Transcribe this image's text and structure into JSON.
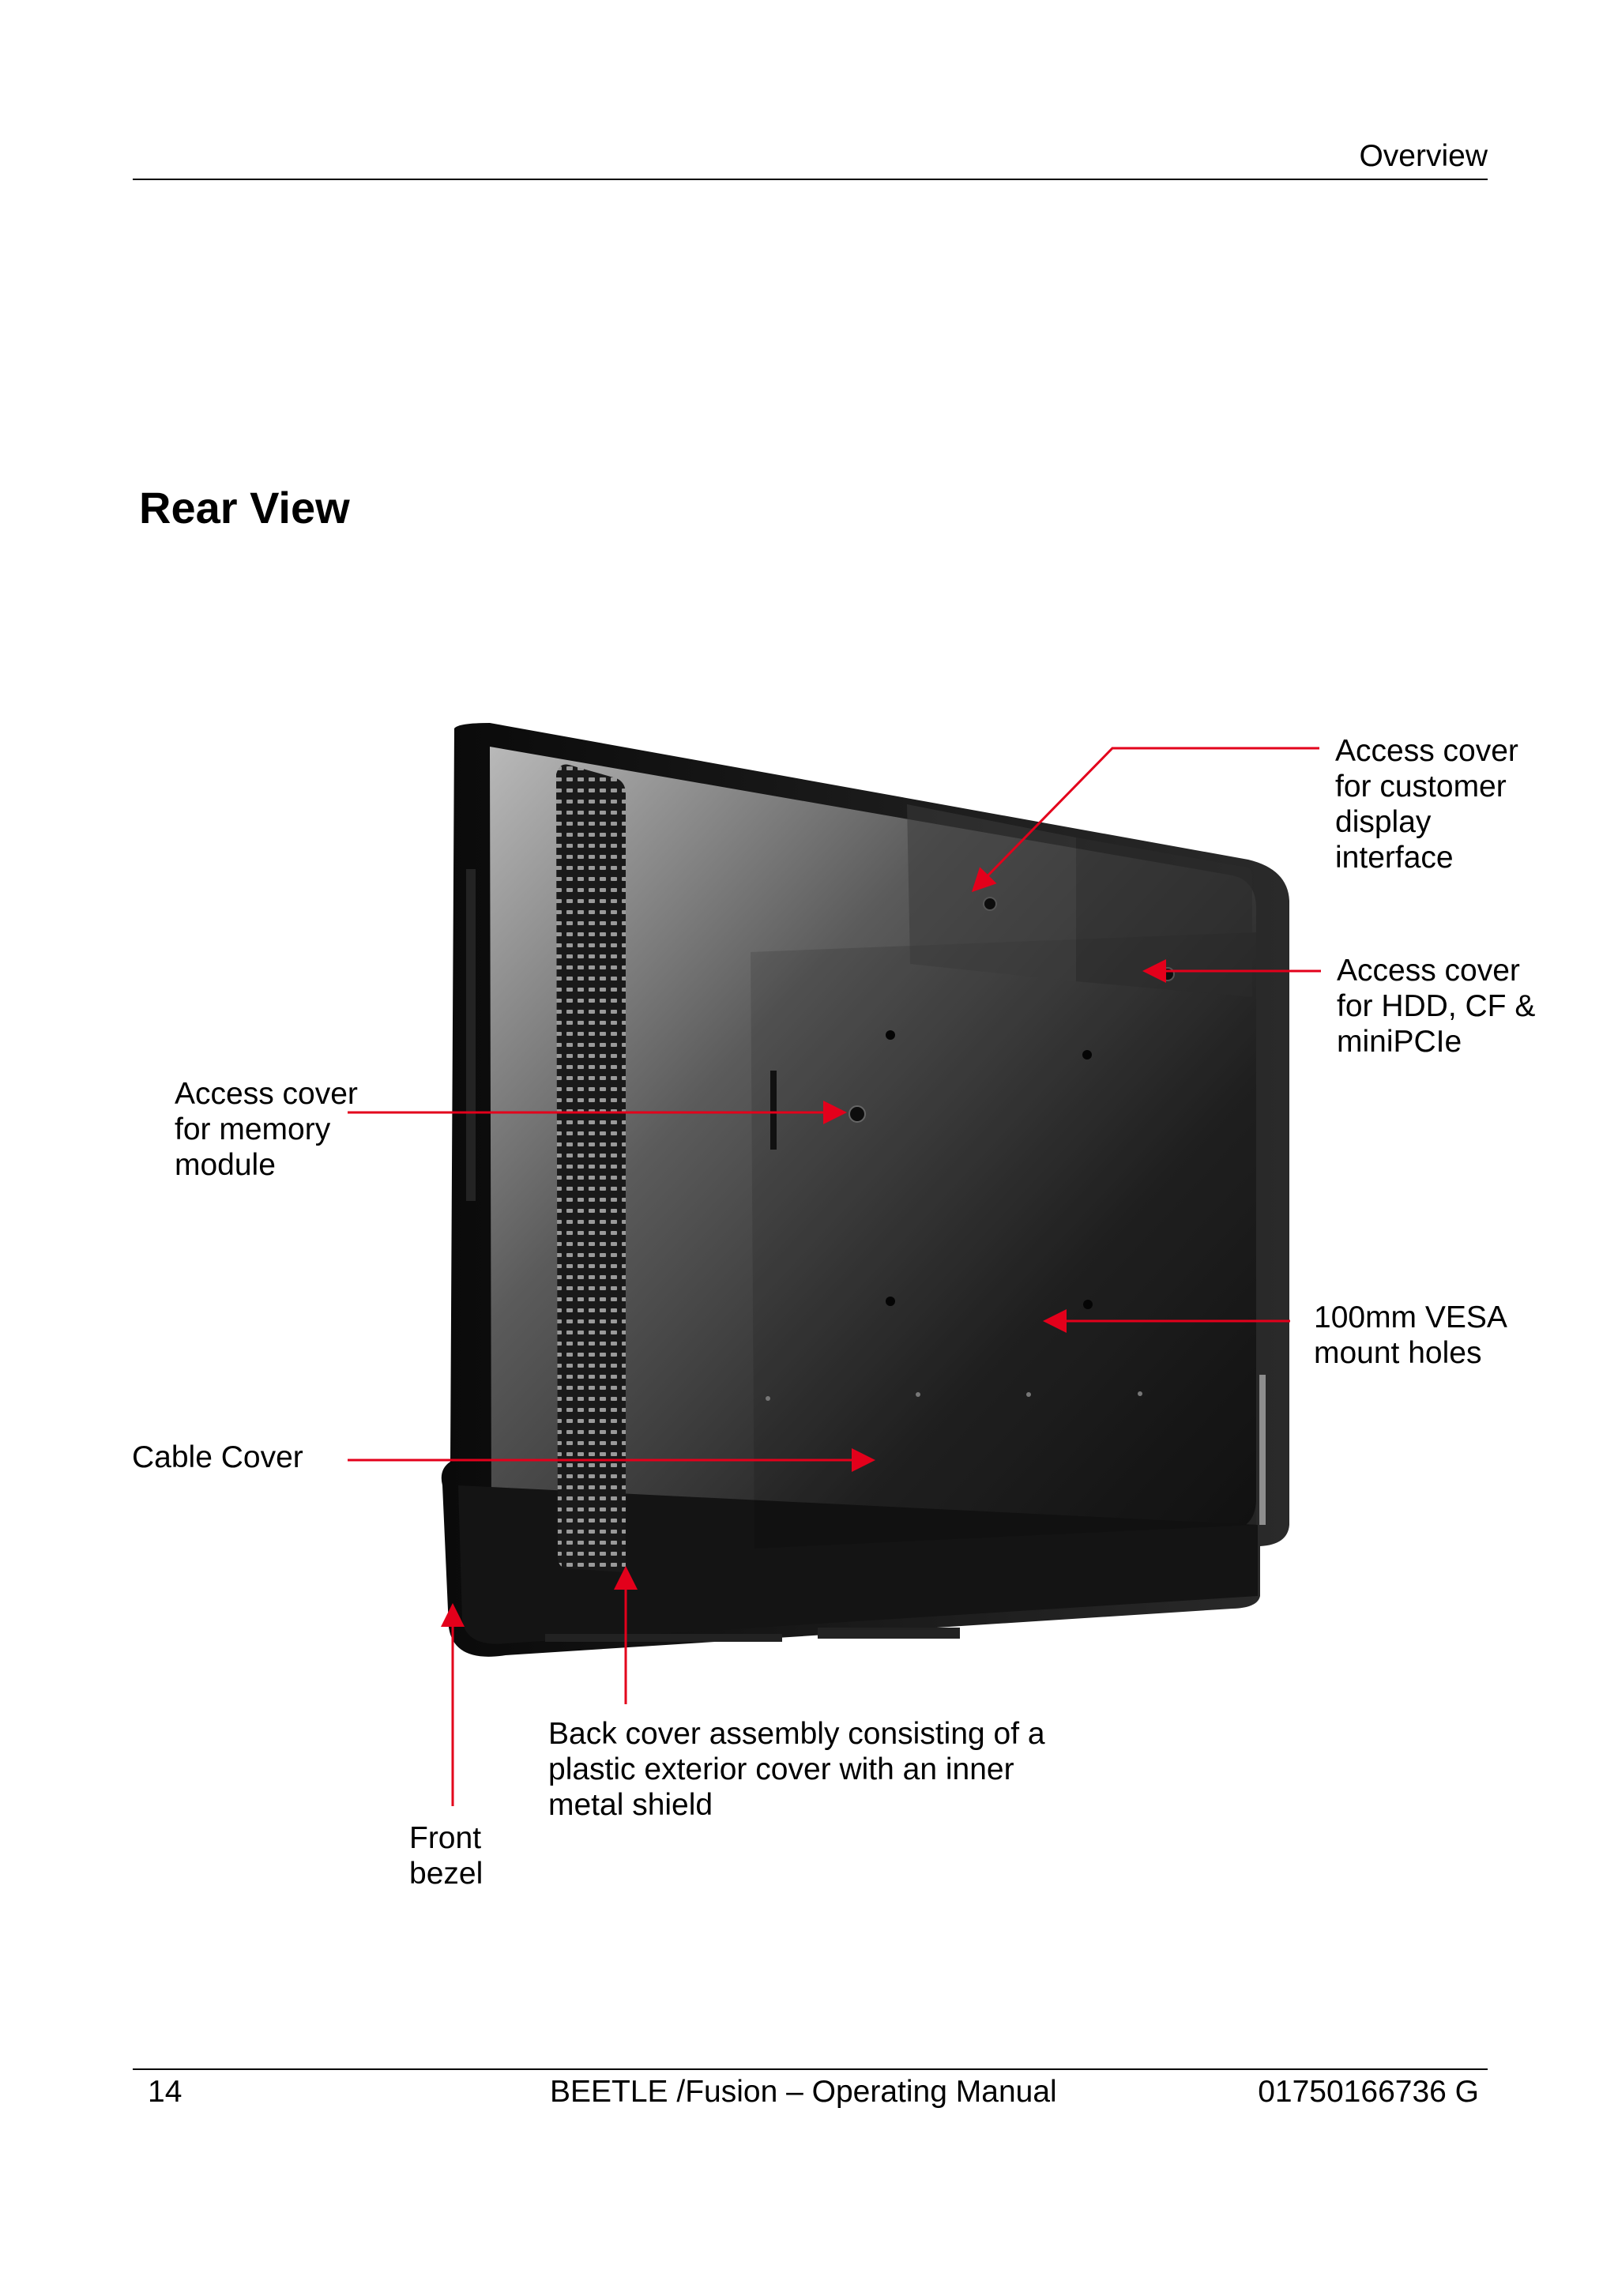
{
  "header": {
    "section": "Overview"
  },
  "section_title": "Rear View",
  "callouts": {
    "customer_display": "Access cover\nfor customer\ndisplay\ninterface",
    "hdd_cf": "Access cover\nfor HDD, CF &\nminiPCIe",
    "memory": "Access cover\nfor memory\nmodule",
    "vesa": "100mm VESA\nmount holes",
    "cable_cover": "Cable Cover",
    "back_cover": "Back cover assembly consisting of a\nplastic exterior cover with an inner\nmetal shield",
    "front_bezel": "Front\nbezel"
  },
  "colors": {
    "arrow": "#e3001b",
    "device_body": "#1c1c1c",
    "device_highlight": "#8d8d8d"
  },
  "footer": {
    "page_number": "14",
    "manual_title": "BEETLE /Fusion – Operating Manual",
    "doc_number": "01750166736 G"
  }
}
